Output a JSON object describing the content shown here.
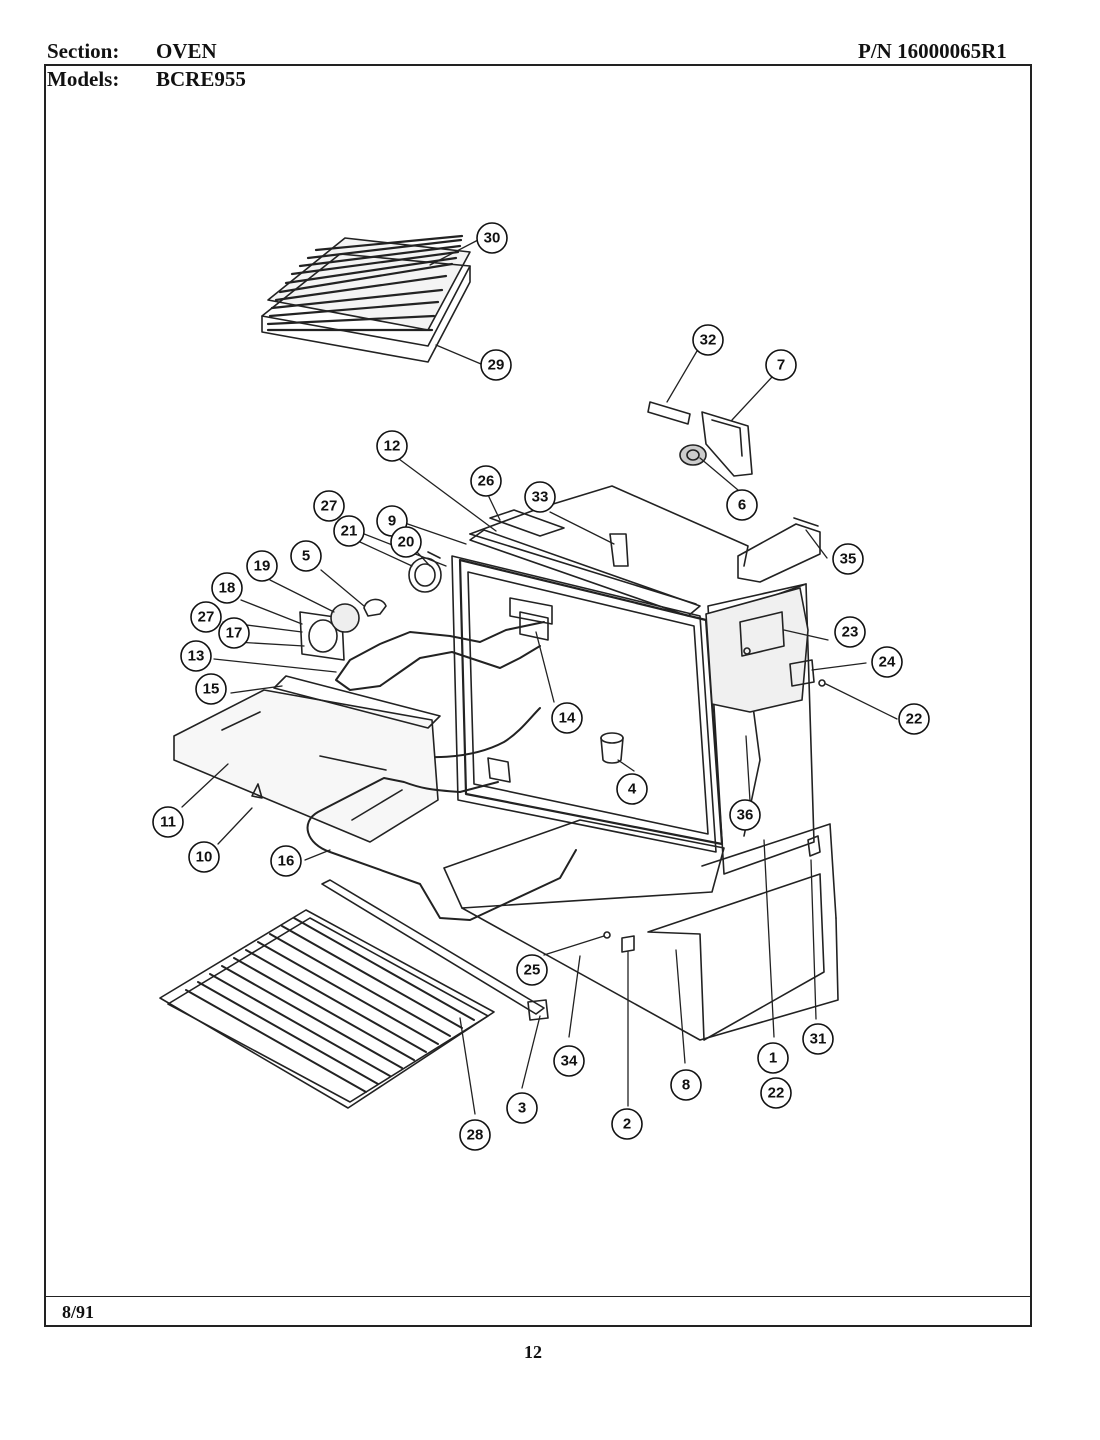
{
  "header": {
    "section_label": "Section:",
    "section_value": "OVEN",
    "models_label": "Models:",
    "models_value": "BCRE955",
    "part_number": "P/N 16000065R1"
  },
  "footer": {
    "date": "8/91",
    "page_number": "12"
  },
  "callouts": [
    "30",
    "29",
    "32",
    "7",
    "6",
    "12",
    "26",
    "33",
    "35",
    "27",
    "9",
    "21",
    "20",
    "5",
    "19",
    "18",
    "27",
    "17",
    "13",
    "15",
    "14",
    "23",
    "24",
    "22",
    "4",
    "11",
    "10",
    "16",
    "36",
    "25",
    "34",
    "2",
    "8",
    "1",
    "22",
    "31",
    "3",
    "28"
  ]
}
